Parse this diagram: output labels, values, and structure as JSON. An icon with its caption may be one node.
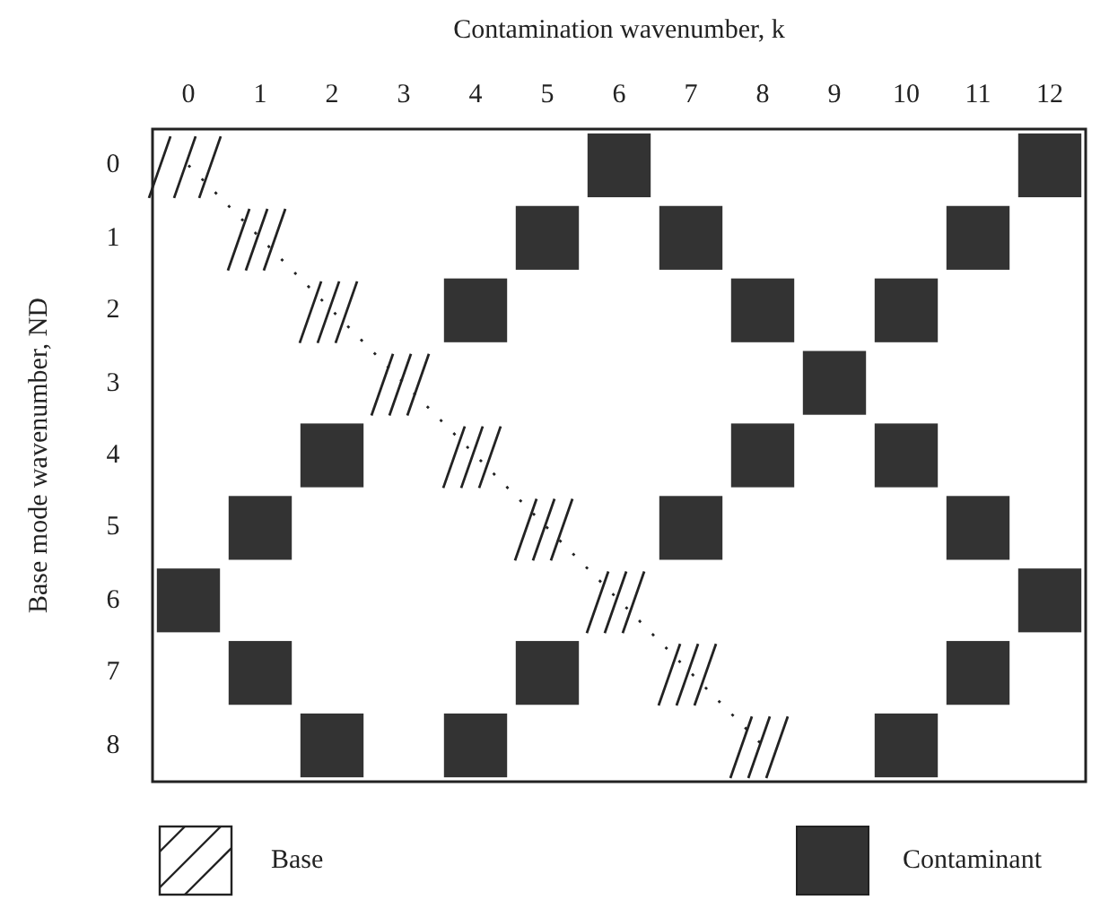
{
  "diagram": {
    "labels": [
      "Contamination wavenumber, k",
      "0",
      "1",
      "2",
      "3",
      "4",
      "5",
      "6",
      "7",
      "8",
      "9",
      "10",
      "11",
      "12",
      "Base mode wavenumber, ND",
      "0",
      "1",
      "2",
      "3",
      "4",
      "5",
      "6",
      "7",
      "8"
    ],
    "legend": [
      {
        "text": "Base"
      },
      {
        "text": "Contaminant",
        "color": "#333333"
      }
    ]
  }
}
